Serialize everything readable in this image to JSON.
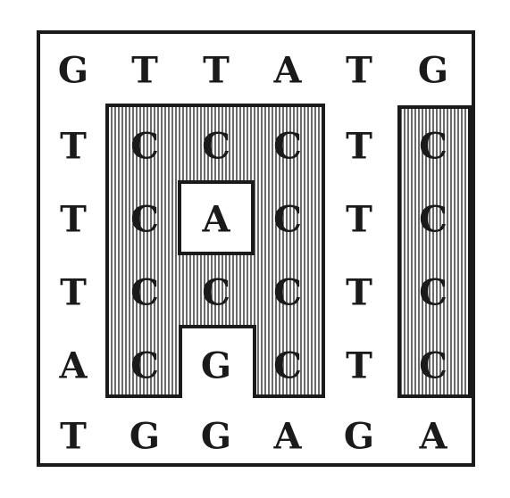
{
  "grid": [
    [
      "G",
      "T",
      "T",
      "A",
      "T",
      "G"
    ],
    [
      "T",
      "C",
      "C",
      "C",
      "T",
      "C"
    ],
    [
      "T",
      "C",
      "A",
      "C",
      "T",
      "C"
    ],
    [
      "T",
      "C",
      "C",
      "C",
      "T",
      "C"
    ],
    [
      "A",
      "C",
      "G",
      "C",
      "T",
      "C"
    ],
    [
      "T",
      "G",
      "G",
      "A",
      "G",
      "A"
    ]
  ],
  "colors": {
    "ink": "#1a1a1a",
    "hatch": "#1a1a1a",
    "background": "#ffffff"
  }
}
